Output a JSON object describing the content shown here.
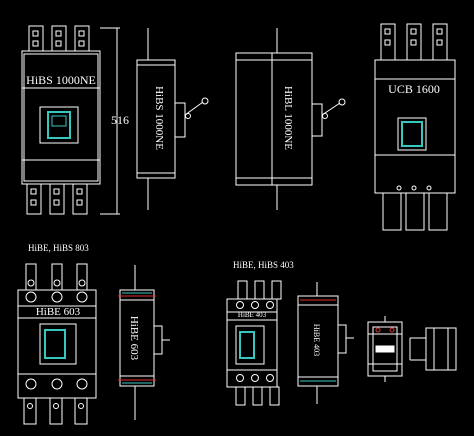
{
  "drawings": {
    "hibs_front": {
      "title": "HiBS 1000NE",
      "dimension": "516"
    },
    "hibs_side": {
      "label": "HiBS 1000NE"
    },
    "hibl_side": {
      "label": "HiBL 1000NE"
    },
    "ucb_front": {
      "title": "UCB 1600"
    },
    "hibe_large_group": {
      "caption": "HiBE, HiBS 803",
      "front_title": "HiBE 603",
      "side_label": "HiBE 603"
    },
    "hibe_small_group": {
      "caption": "HiBE, HiBS 403",
      "front_title": "HiBE 403",
      "side_label": "HiBE 403"
    }
  },
  "colors": {
    "background": "#000000",
    "outline": "#ffffff",
    "handle": "#36c8c0",
    "accent": "#e03030"
  }
}
